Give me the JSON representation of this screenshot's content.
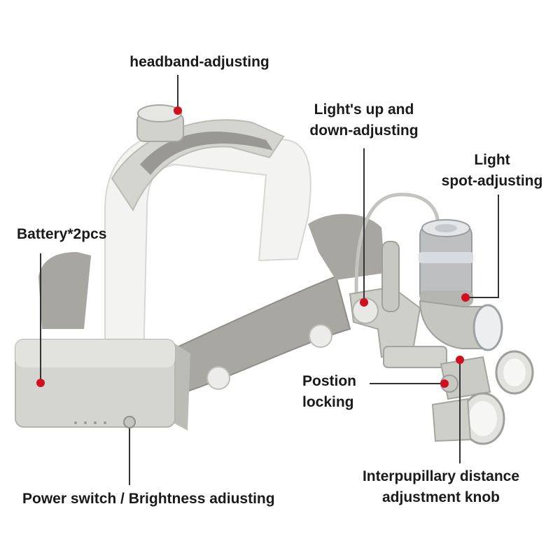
{
  "labels": {
    "headband": "headband-adjusting",
    "light_updown": [
      "Light's up and",
      "down-adjusting"
    ],
    "light_spot": [
      "Light",
      "spot-adjusting"
    ],
    "battery": "Battery*2pcs",
    "position_locking": [
      "Postion",
      "locking"
    ],
    "power": "Power switch / Brightness adiusting",
    "interpupillary": [
      "Interpupillary distance",
      "adjustment knob"
    ]
  },
  "colors": {
    "marker_dot": "#d0101e",
    "leader_line": "#333333",
    "device_gray": "#c9c9c5",
    "headband_white": "#f2f2f0",
    "metal_silver": "#b9bcbf"
  }
}
